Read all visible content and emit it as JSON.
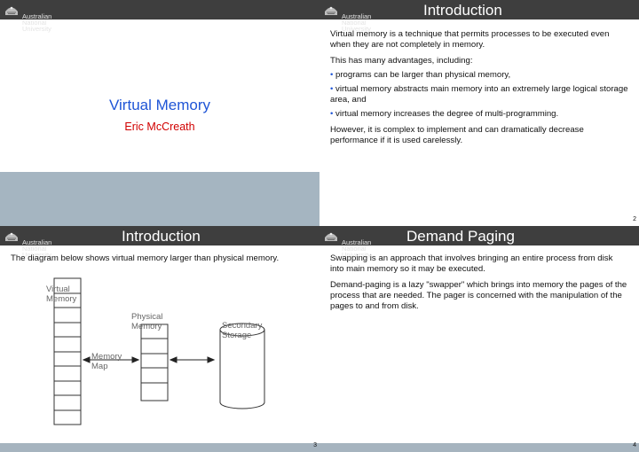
{
  "university": [
    "Australian",
    "National",
    "University"
  ],
  "slide1": {
    "title": "Virtual  Memory",
    "author": "Eric McCreath",
    "title_color": "#1f55d6",
    "author_color": "#d10000"
  },
  "slide2": {
    "header": "Introduction",
    "p1": "Virtual  memory  is a technique  that  permits processes to be executed  even when they  are not  completely  in memory.",
    "p2": "This has many advantages, including:",
    "bullets": [
      "programs can be larger than  physical memory,",
      "virtual  memory  abstracts main memory  into  an  extremely large logical storage area, and",
      "virtual  memory  increases the degree of multi-programming."
    ],
    "p3": "However, it  is complex to implement  and can dramatically decrease performance  if it is used carelessly.",
    "page": "2"
  },
  "slide3": {
    "header": "Introduction",
    "p1": "The diagram  below  shows virtual  memory  larger than physical memory.",
    "labels": {
      "virtual": "Virtual\nMemory",
      "physical": "Physical\nMemory",
      "secondary": "Secondary\nStorage",
      "map": "Memory\nMap"
    },
    "page": "3"
  },
  "slide4": {
    "header": "Demand  Paging",
    "p1": "Swapping is an approach  that  involves bringing  an entire process from disk into  main memory  so it may be executed.",
    "p2": "Demand-paging  is a lazy \"swapper\" which  brings into  memory the pages of the process that  are needed. The pager is concerned with  the manipulation  of the pages to and from disk.",
    "page": "4"
  },
  "colors": {
    "header_bg": "#3e3e3e",
    "footer_bar": "#a6b4bf",
    "accent_blue": "#1f55d6"
  },
  "icons": {
    "crest": "anu-crest-icon"
  }
}
